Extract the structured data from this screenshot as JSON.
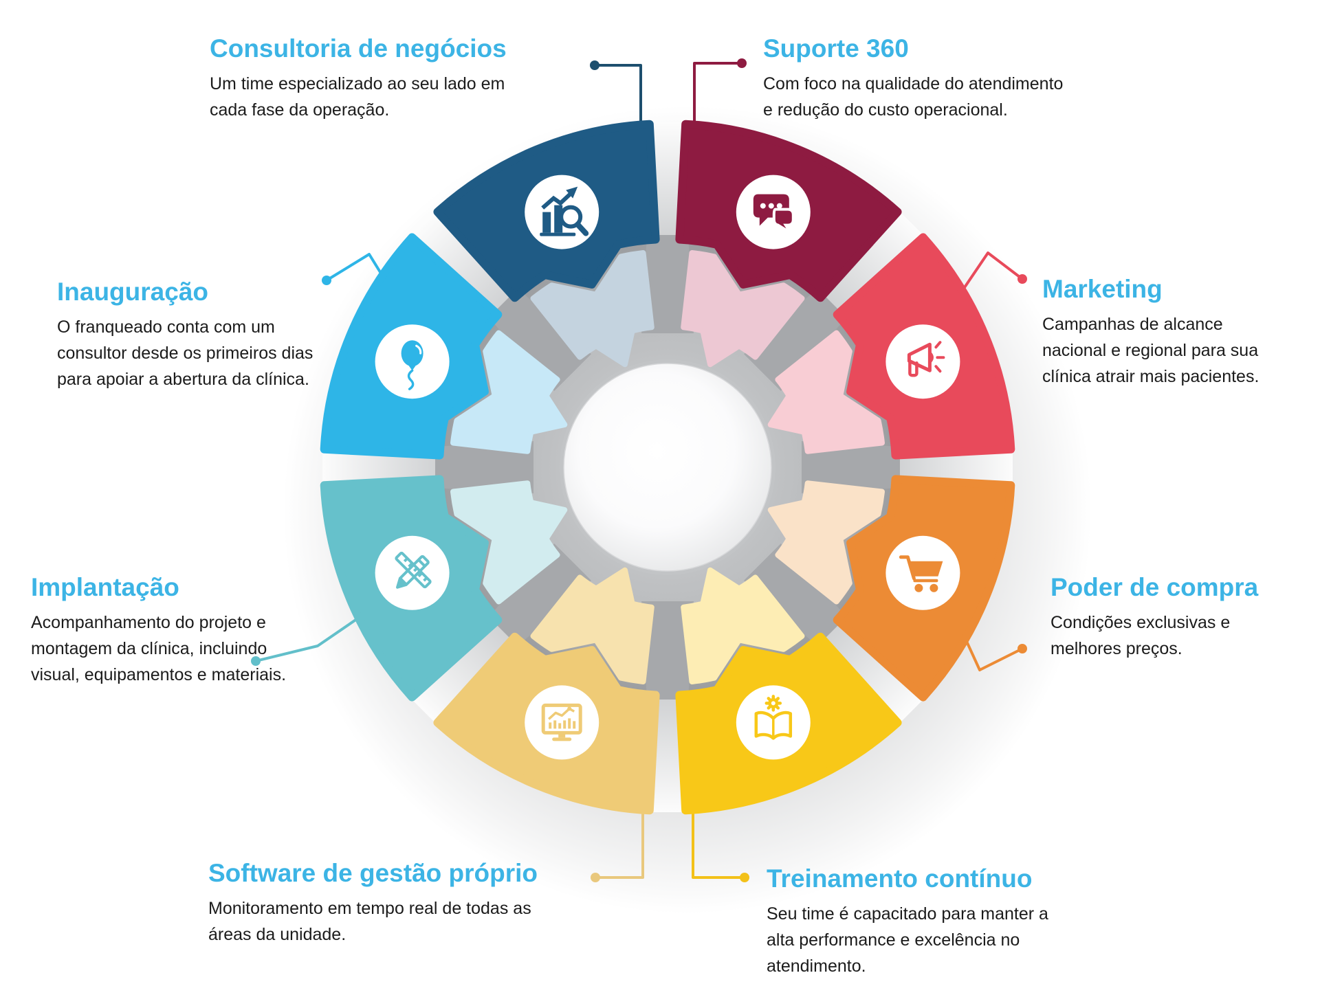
{
  "diagram": {
    "type": "circular-gear-infographic",
    "background_color": "#ffffff",
    "title_color": "#3CB4E5",
    "body_text_color": "#1b1b1b",
    "gear_color": "#a6a8ab",
    "center_circle_color": "#ffffff",
    "items": [
      {
        "id": "consultoria-de-negocios",
        "title": "Consultoria de negócios",
        "description_lines": [
          "Um time especializado ao seu lado em",
          "cada fase da operação."
        ],
        "color": "#1F5B85",
        "light_color": "#C4D3DF",
        "connector_color": "#1D4F6E",
        "icon": "chart-magnifier-icon"
      },
      {
        "id": "suporte-360",
        "title": "Suporte 360",
        "description_lines": [
          "Com foco na qualidade do atendimento",
          "e redução do custo operacional."
        ],
        "color": "#8E1B41",
        "light_color": "#EDC8D3",
        "connector_color": "#8E1B41",
        "icon": "chat-bubbles-icon"
      },
      {
        "id": "marketing",
        "title": "Marketing",
        "description_lines": [
          "Campanhas de alcance",
          "nacional e regional para sua",
          "clínica atrair mais pacientes."
        ],
        "color": "#E84A5B",
        "light_color": "#F8CDD4",
        "connector_color": "#E84A5B",
        "icon": "megaphone-icon"
      },
      {
        "id": "poder-de-compra",
        "title": "Poder de compra",
        "description_lines": [
          "Condições exclusivas e",
          "melhores preços."
        ],
        "color": "#EC8B35",
        "light_color": "#FAE2C8",
        "connector_color": "#EC8B35",
        "icon": "shopping-cart-icon"
      },
      {
        "id": "treinamento-continuo",
        "title": "Treinamento contínuo",
        "description_lines": [
          "Seu time é capacitado para manter a",
          "alta performance e excelência no",
          "atendimento."
        ],
        "color": "#F8C818",
        "light_color": "#FDEDB4",
        "connector_color": "#F3C119",
        "icon": "book-gear-icon"
      },
      {
        "id": "software-de-gestao-proprio",
        "title": "Software de gestão próprio",
        "description_lines": [
          "Monitoramento em tempo real de todas as",
          "áreas da unidade."
        ],
        "color": "#EFCB76",
        "light_color": "#F7E2AE",
        "connector_color": "#E9C87D",
        "icon": "monitor-chart-icon"
      },
      {
        "id": "implantacao",
        "title": "Implantação",
        "description_lines": [
          "Acompanhamento do projeto e",
          "montagem da clínica, incluindo",
          "visual, equipamentos e materiais."
        ],
        "color": "#66C1CB",
        "light_color": "#D2ECEF",
        "connector_color": "#62BFCA",
        "icon": "pencil-ruler-icon"
      },
      {
        "id": "inauguracao",
        "title": "Inauguração",
        "description_lines": [
          "O franqueado conta com um",
          "consultor desde os primeiros dias",
          "para apoiar a abertura da clínica."
        ],
        "color": "#2EB5E7",
        "light_color": "#C7E8F7",
        "connector_color": "#2EB5E7",
        "icon": "balloon-icon"
      }
    ]
  }
}
